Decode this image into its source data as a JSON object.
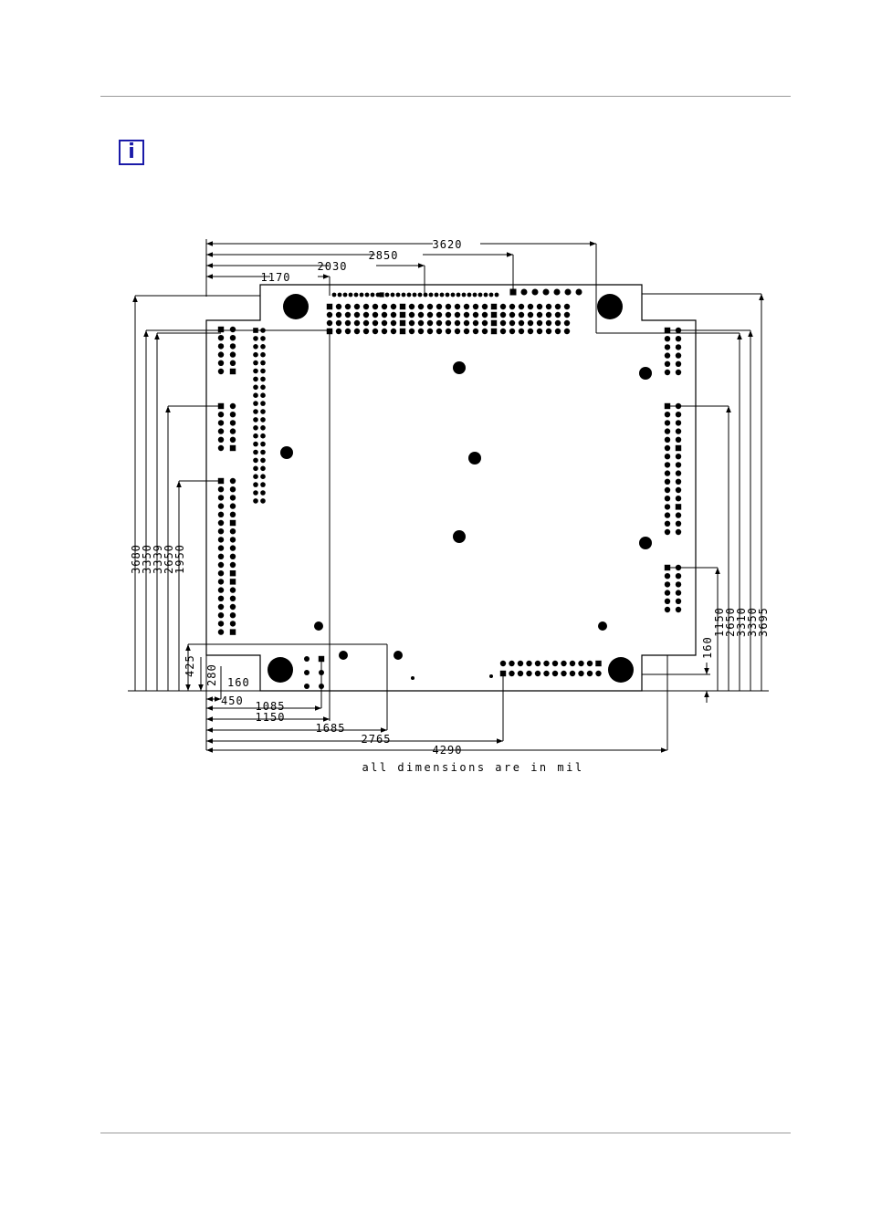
{
  "header": {
    "info_icon": "i"
  },
  "diagram": {
    "top_dims": [
      "3620",
      "2850",
      "2030",
      "1170"
    ],
    "left_dims": [
      "3680",
      "3350",
      "3339",
      "2650",
      "1950"
    ],
    "right_dims": [
      "1150",
      "2650",
      "3310",
      "3350",
      "3695"
    ],
    "small_dims": {
      "d425": "425",
      "d280": "280",
      "d160": "160",
      "d450": "450",
      "r160": "160"
    },
    "bottom_dims": [
      "1085",
      "1150",
      "1685",
      "2765",
      "4290"
    ],
    "note": "all dimensions are in mil"
  },
  "colors": {
    "icon": "#1a1aa8",
    "line": "#000000",
    "rule": "#999999"
  }
}
